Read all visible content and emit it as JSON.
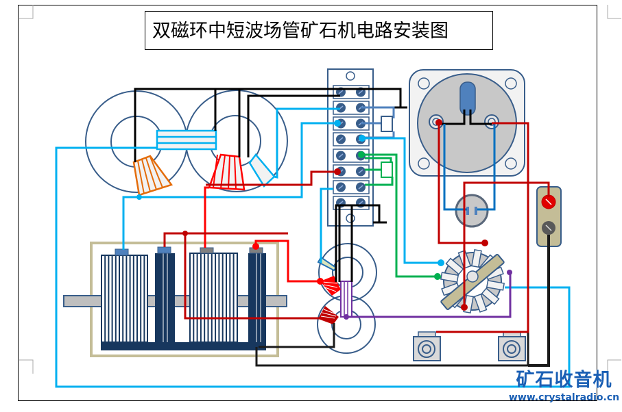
{
  "page": {
    "title": "双磁环中短波场管矿石机电路安装图"
  },
  "brand": {
    "name": "矿石收音机",
    "url": "www.crystalradio.cn"
  },
  "components": {
    "toroids_top": {
      "count": 2,
      "description": "double magnetic ring coils"
    },
    "terminal_strip": {
      "rows": 8,
      "screws_per_row": 2
    },
    "variable_capacitor": {
      "description": "tuning capacitor with shaft"
    },
    "earphone_socket": {
      "description": "round 2-pin socket"
    },
    "band_switch": {
      "description": "rotary band switch"
    },
    "output_terminals": {
      "terminals": [
        "red",
        "black"
      ]
    },
    "ferrite_rod_coils": {
      "description": "ferrite rod with coils"
    },
    "toroids_bottom": {
      "count": 2
    },
    "binding_posts": {
      "count": 2
    }
  },
  "colors": {
    "wire_black": "#000000",
    "wire_red": "#c00000",
    "wire_bright_red": "#ff0000",
    "wire_cyan": "#00b0f0",
    "wire_blue": "#4f81bd",
    "wire_green": "#00b050",
    "wire_purple": "#7030a0",
    "coil_orange": "#e46c0a",
    "outline_navy": "#385d8a",
    "coil_dark": "#17375e",
    "frame_tan": "#c4bd97",
    "brand_blue": "#1a5fb4"
  }
}
